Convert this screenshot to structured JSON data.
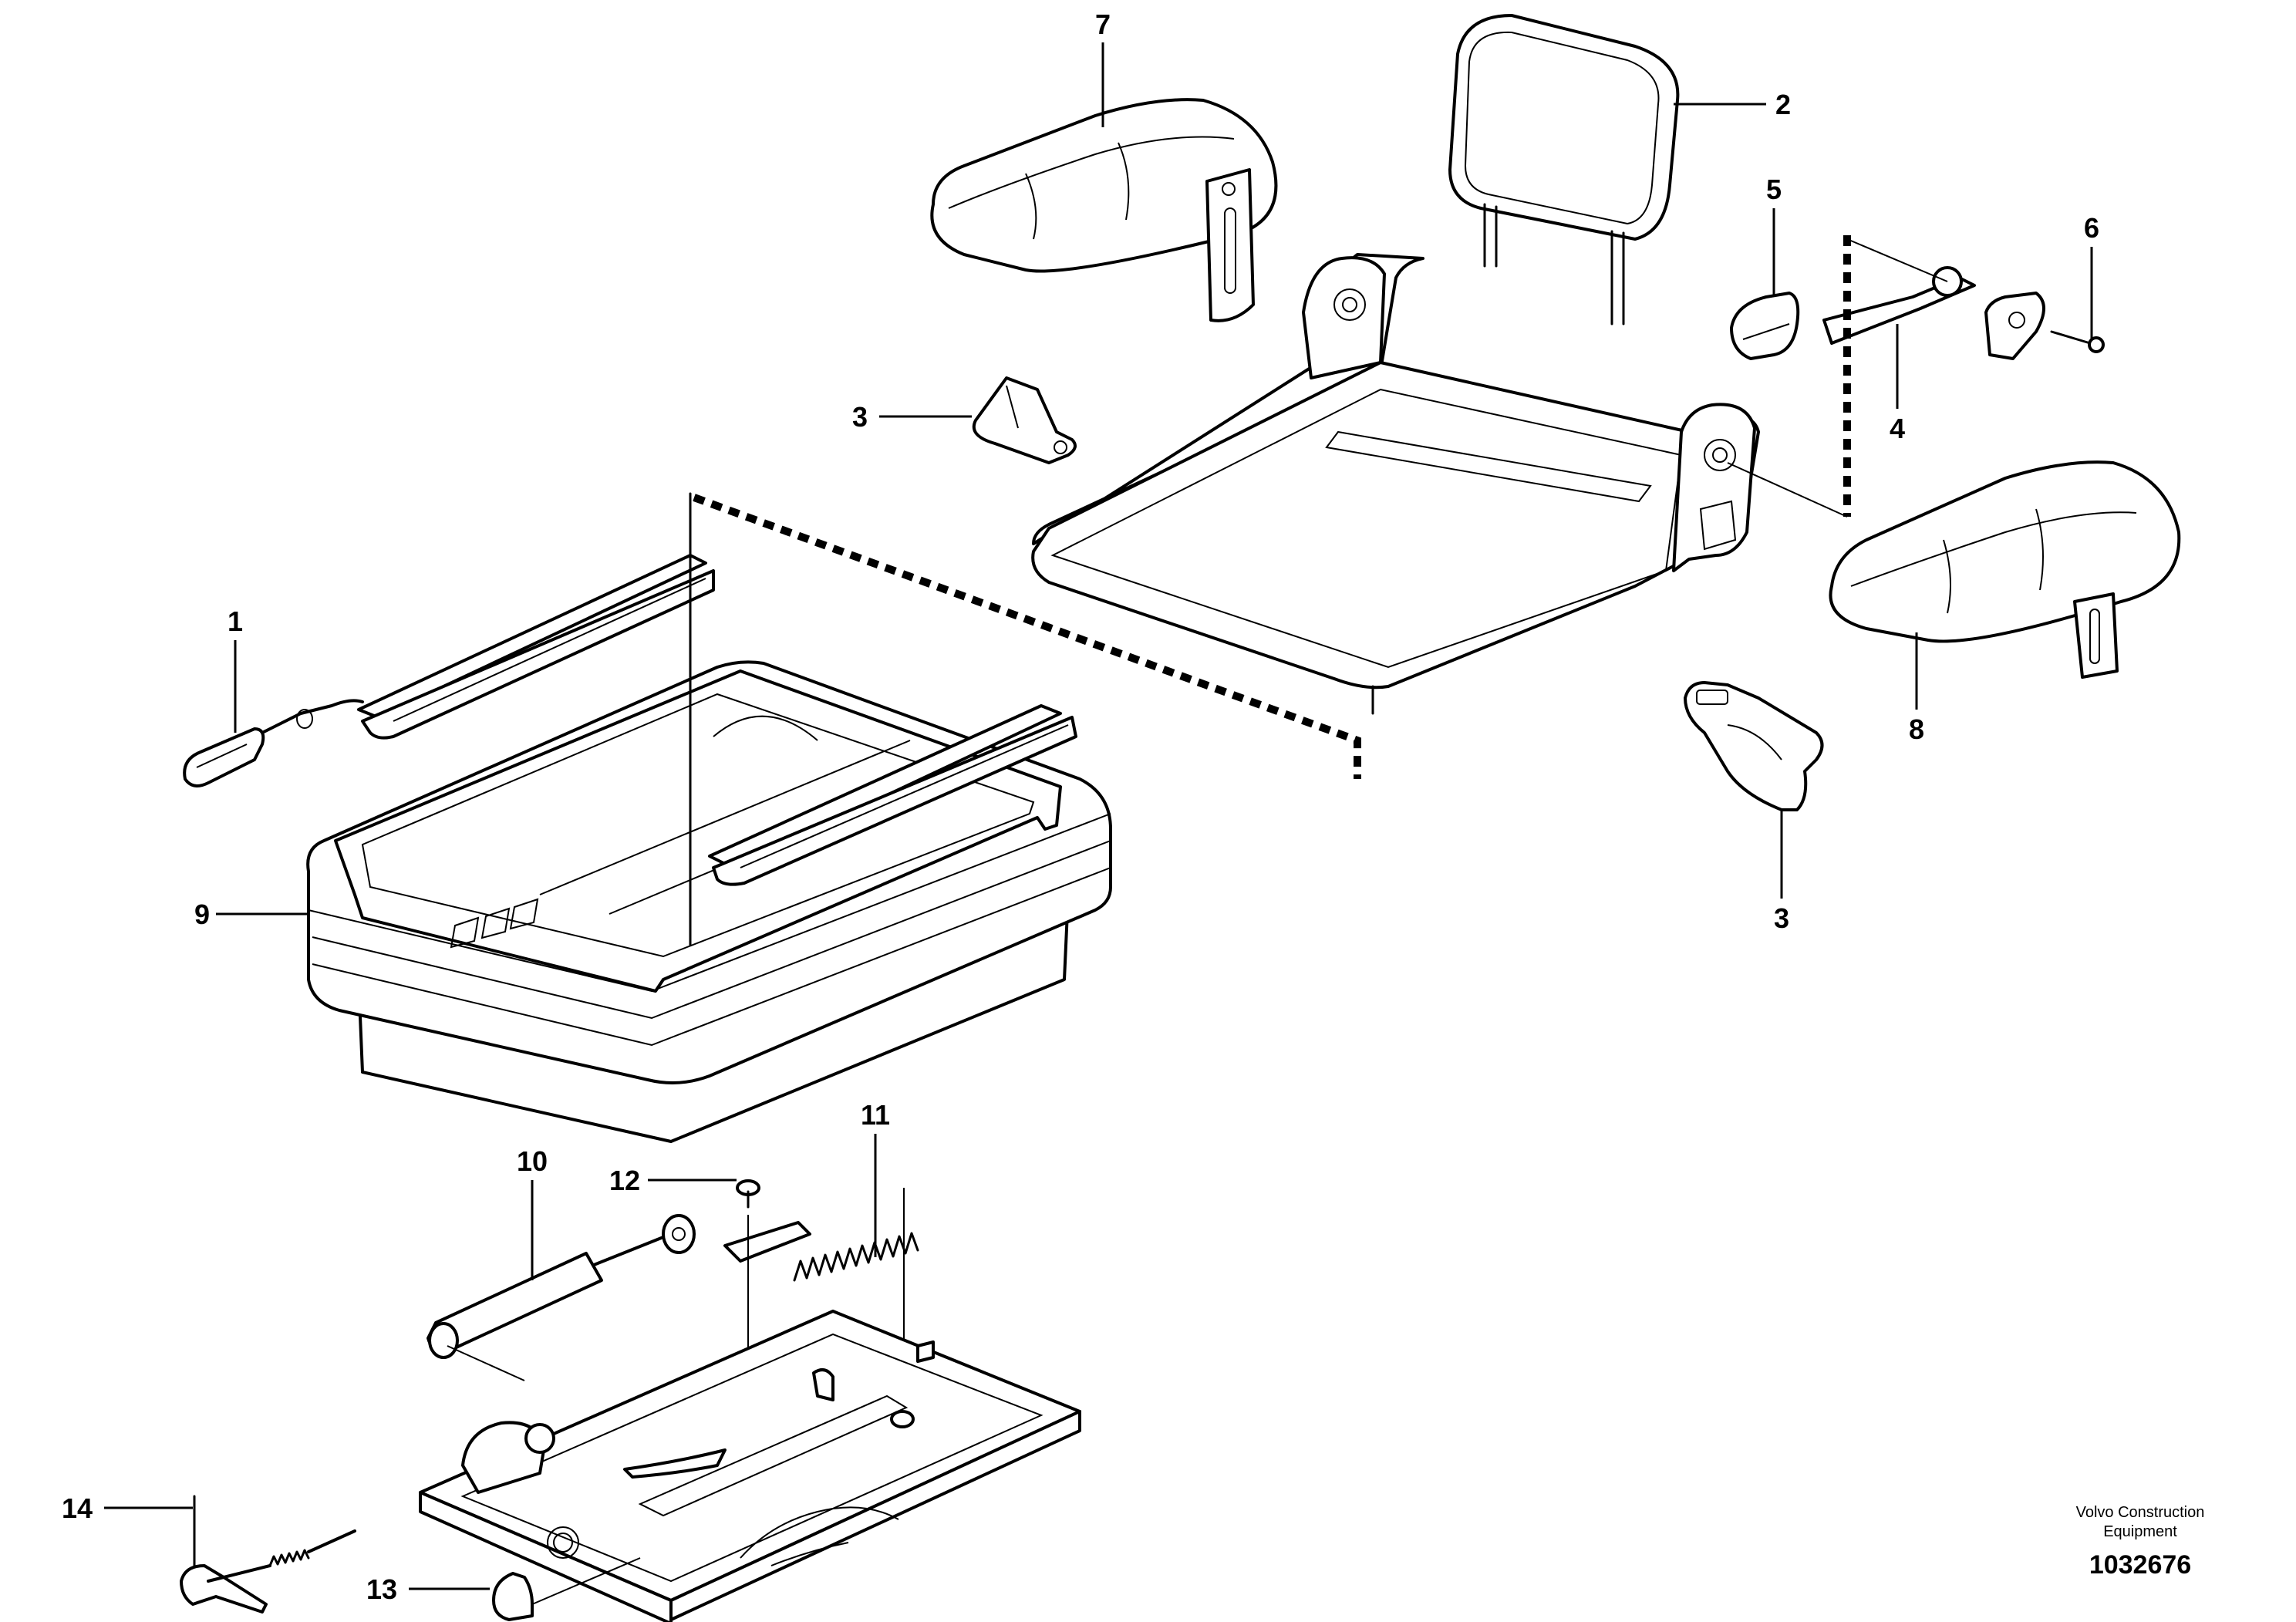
{
  "callouts": {
    "c1": "1",
    "c2": "2",
    "c3a": "3",
    "c3b": "3",
    "c4": "4",
    "c5": "5",
    "c6": "6",
    "c7": "7",
    "c8": "8",
    "c9": "9",
    "c10": "10",
    "c11": "11",
    "c12": "12",
    "c13": "13",
    "c14": "14"
  },
  "credit": {
    "line1": "Volvo Construction",
    "line2": "Equipment"
  },
  "document_number": "1032676"
}
